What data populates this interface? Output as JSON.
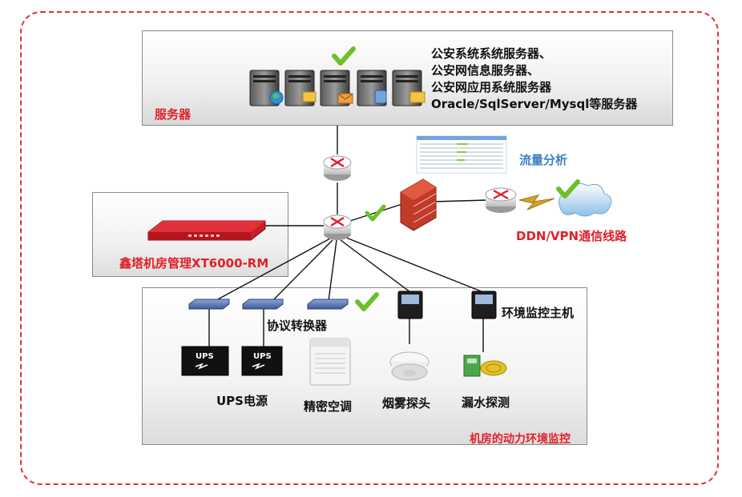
{
  "diagram": {
    "server_zone": {
      "label": "服务器",
      "server_lines": [
        "公安系统系统服务器、",
        "公安网信息服务器、",
        "公安网应用系统服务器",
        "Oracle/SqlServer/Mysql等服务器"
      ]
    },
    "traffic_analysis": "流量分析",
    "line_label": "DDN/VPN通信线路",
    "device_label": "鑫塔机房管理XT6000-RM",
    "env_zone": {
      "label": "机房的动力环境监控",
      "protocol_converter": "协议转换器",
      "env_host": "环境监控主机",
      "ups": "UPS电源",
      "ups_badge": "UPS",
      "ac": "精密空调",
      "smoke": "烟雾探头",
      "leak": "漏水探测"
    },
    "colors": {
      "accent_red": "#e0202a",
      "check_green": "#6cc12b",
      "label_blue": "#3b7fc4"
    }
  }
}
